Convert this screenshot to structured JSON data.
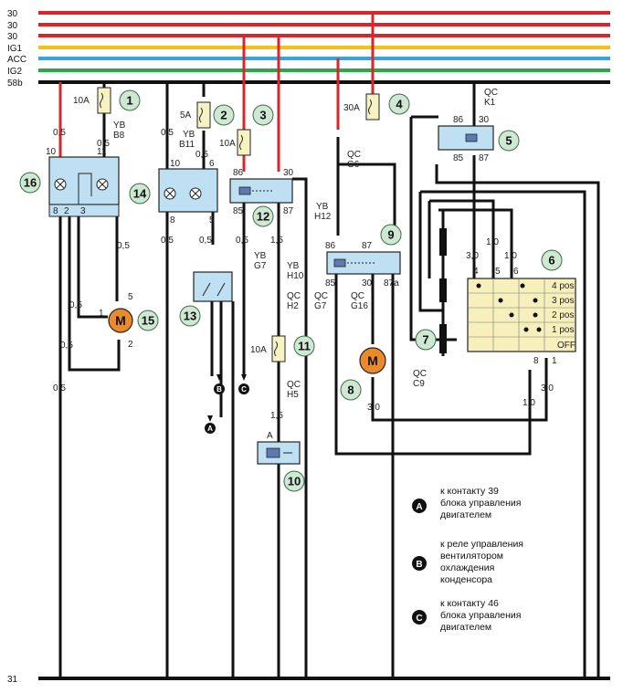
{
  "buses": [
    {
      "label": "30",
      "color": "#d9262a"
    },
    {
      "label": "30",
      "color": "#d9262a"
    },
    {
      "label": "30",
      "color": "#d9262a"
    },
    {
      "label": "IG1",
      "color": "#f2c21a"
    },
    {
      "label": "ACC",
      "color": "#35a5dc"
    },
    {
      "label": "IG2",
      "color": "#2aa84a"
    },
    {
      "label": "58b",
      "color": "#111111"
    }
  ],
  "ground_label": "31",
  "components": [
    "1",
    "2",
    "3",
    "4",
    "5",
    "6",
    "7",
    "8",
    "9",
    "10",
    "11",
    "12",
    "13",
    "14",
    "15",
    "16"
  ],
  "fuses": {
    "f1": "10A",
    "f2": "5A",
    "f3": "10A",
    "f4": "30A",
    "f11": "10A"
  },
  "connectors": {
    "c_b8": [
      "YB",
      "B8"
    ],
    "c_b11": [
      "YB",
      "B11"
    ],
    "c_k1": [
      "QC",
      "K1"
    ],
    "c_g6": [
      "QC",
      "G6"
    ],
    "c_h12": [
      "YB",
      "H12"
    ],
    "c_g7a": [
      "YB",
      "G7"
    ],
    "c_h10": [
      "YB",
      "H10"
    ],
    "c_h2": [
      "QC",
      "H2"
    ],
    "c_g7b": [
      "QC",
      "G7"
    ],
    "c_g16": [
      "QC",
      "G16"
    ],
    "c_c9": [
      "QC",
      "C9"
    ],
    "c_h5": [
      "QC",
      "H5"
    ]
  },
  "wire_sizes": {
    "w1": "0,5",
    "w2": "0,5",
    "w3": "0,5",
    "w4": "0,5",
    "w5": "0,5",
    "w6": "0,5",
    "w7": "0,5",
    "w8": "0,5",
    "w9": "0,5",
    "w10": "0,5",
    "w11": "1,5",
    "w12": "1,5",
    "w13": "3,0",
    "w14": "1,0",
    "w15": "1,0",
    "w16": "3,0",
    "w17": "1,0",
    "w18": "3,0",
    "w19": "0,5"
  },
  "pins": {
    "r12": [
      "86",
      "30",
      "85",
      "87"
    ],
    "r9": [
      "86",
      "87",
      "85",
      "30",
      "87a"
    ],
    "r5": [
      "86",
      "30",
      "85",
      "87"
    ],
    "s16": [
      "10",
      "11",
      "8",
      "2",
      "3"
    ],
    "s14": [
      "10",
      "6",
      "8",
      "5"
    ],
    "s6": [
      "4",
      "5",
      "6",
      "8",
      "1"
    ],
    "m15": [
      "5",
      "1",
      "2"
    ],
    "p10": "A"
  },
  "switch_positions": [
    "4 pos",
    "3 pos",
    "2 pos",
    "1 pos",
    "OFF"
  ],
  "motor_symbol": "M",
  "terminals": {
    "A": "A",
    "B": "B",
    "C": "C"
  },
  "legend": [
    {
      "key": "A",
      "lines": [
        "к контакту 39",
        "блока управления",
        "двигателем"
      ]
    },
    {
      "key": "B",
      "lines": [
        "к реле управления",
        "вентилятором",
        "охлаждения",
        "конденсора"
      ]
    },
    {
      "key": "C",
      "lines": [
        "к контакту 46",
        "блока управления",
        "двигателем"
      ]
    }
  ]
}
